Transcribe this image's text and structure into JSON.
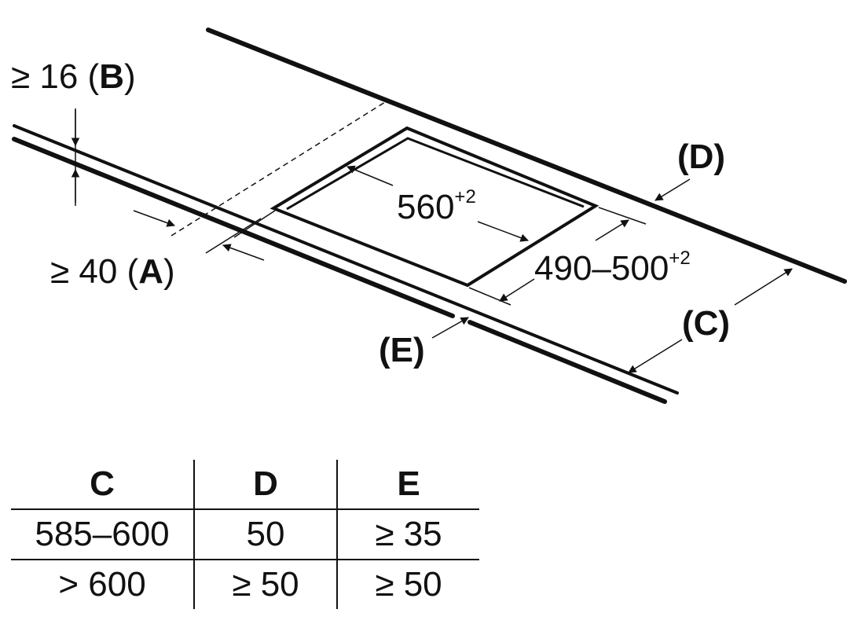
{
  "diagram": {
    "label_b_prefix": "≥ 16 (",
    "label_b_letter": "B",
    "label_b_suffix": ")",
    "label_a_prefix": "≥ 40 (",
    "label_a_letter": "A",
    "label_a_suffix": ")",
    "label_c": "(C)",
    "label_d": "(D)",
    "label_e": "(E)",
    "width_value": "560",
    "width_tolerance": "+2",
    "depth_value": "490–500",
    "depth_tolerance": "+2"
  },
  "table": {
    "headers": [
      "C",
      "D",
      "E"
    ],
    "rows": [
      [
        "585–600",
        "50",
        "≥ 35"
      ],
      [
        "> 600",
        "≥ 50",
        "≥ 50"
      ]
    ]
  }
}
